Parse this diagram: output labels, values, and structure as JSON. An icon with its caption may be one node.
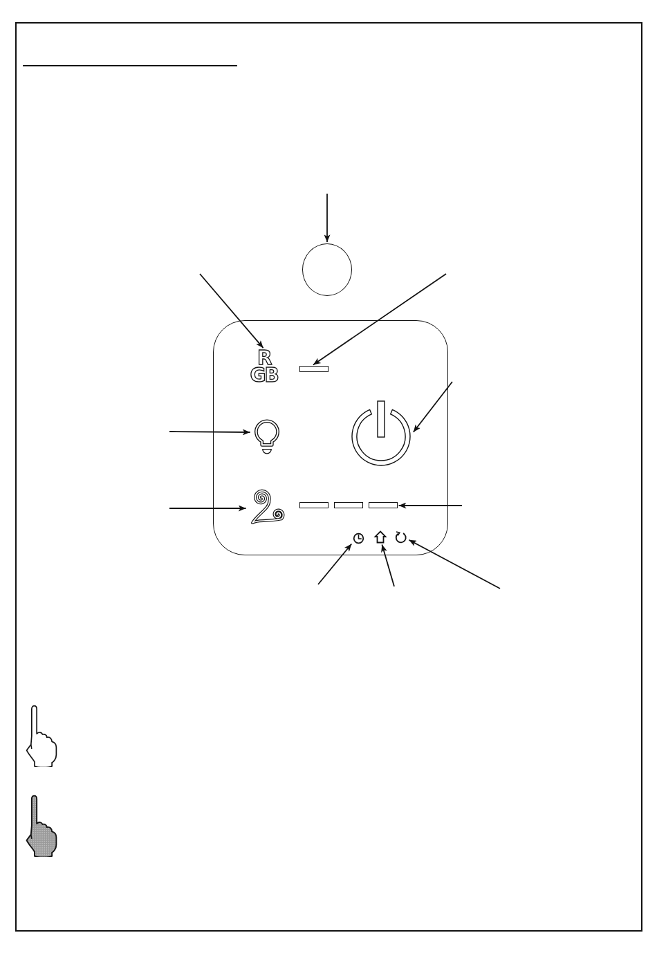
{
  "diagram": {
    "nodes": [
      {
        "text": [],
        "shape": "circle"
      },
      {
        "text": [],
        "shape": "box"
      },
      {
        "text": [
          "R GB"
        ],
        "in": 1
      },
      {
        "text": [],
        "shape": "bar",
        "in": 1
      },
      {
        "text": [],
        "shape": "picture",
        "in": 1
      },
      {
        "text": [],
        "shape": "picture",
        "in": 1
      },
      {
        "text": [],
        "shape": "picture",
        "in": 1
      },
      {
        "text": [],
        "shape": "bar",
        "in": 1
      },
      {
        "text": [],
        "shape": "bar",
        "in": 1
      },
      {
        "text": [],
        "shape": "bar",
        "in": 1
      },
      {
        "text": [],
        "shape": "picture",
        "in": 1
      },
      {
        "text": [],
        "shape": "picture",
        "in": 1
      },
      {
        "text": [],
        "shape": "picture",
        "in": 1
      }
    ],
    "edges": [
      {
        "from": null,
        "to": 0,
        "arrow": "to"
      },
      {
        "from": null,
        "to": 2,
        "arrow": "to"
      },
      {
        "from": null,
        "to": 3,
        "arrow": "to"
      },
      {
        "from": null,
        "to": 5,
        "arrow": "to"
      },
      {
        "from": null,
        "to": 4,
        "arrow": "to"
      },
      {
        "from": null,
        "to": 6,
        "arrow": "to"
      },
      {
        "from": null,
        "to": 9,
        "arrow": "to"
      },
      {
        "from": null,
        "to": 10,
        "arrow": "to"
      },
      {
        "from": null,
        "to": 11,
        "arrow": "to"
      },
      {
        "from": null,
        "to": 12,
        "arrow": "to"
      }
    ]
  }
}
